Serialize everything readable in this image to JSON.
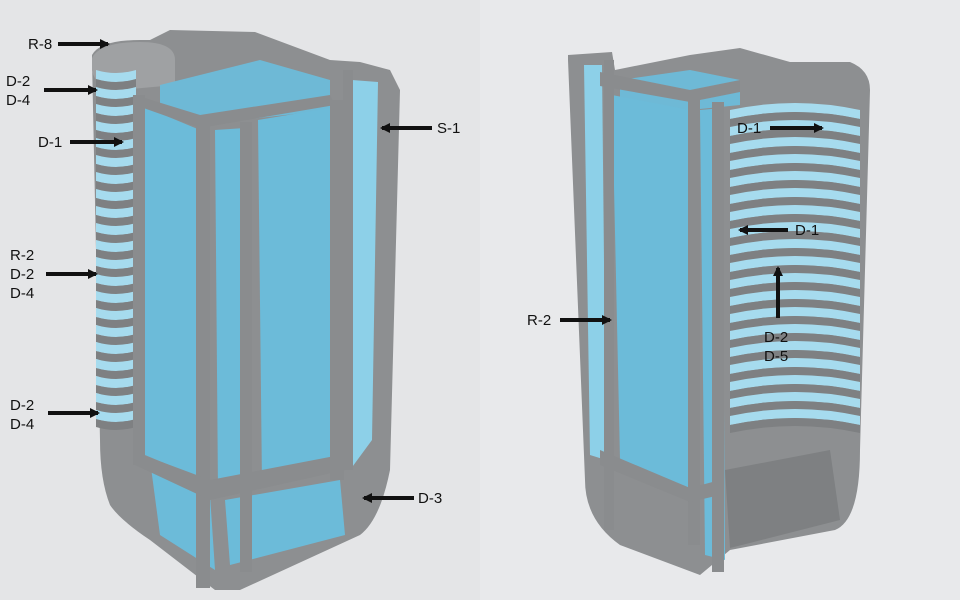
{
  "colors": {
    "background_left": "#e4e5e7",
    "background_right": "#e8e9eb",
    "metal": "#8c8e90",
    "metal_dark": "#6e7072",
    "metal_light": "#a8aaac",
    "channel": "#7fc4de",
    "channel_light": "#a6dbee",
    "arrow": "#111111"
  },
  "left_model": {
    "labels": {
      "r8": "R-8",
      "d2d4_top": [
        "D-2",
        "D-4"
      ],
      "d1": "D-1",
      "s1": "S-1",
      "r2d2d4": [
        "R-2",
        "D-2",
        "D-4"
      ],
      "d2d4_bottom": [
        "D-2",
        "D-4"
      ],
      "d3": "D-3"
    }
  },
  "right_model": {
    "labels": {
      "d1_top": "D-1",
      "d1_mid": "D-1",
      "r2": "R-2",
      "d2d5": [
        "D-2",
        "D-5"
      ]
    }
  }
}
